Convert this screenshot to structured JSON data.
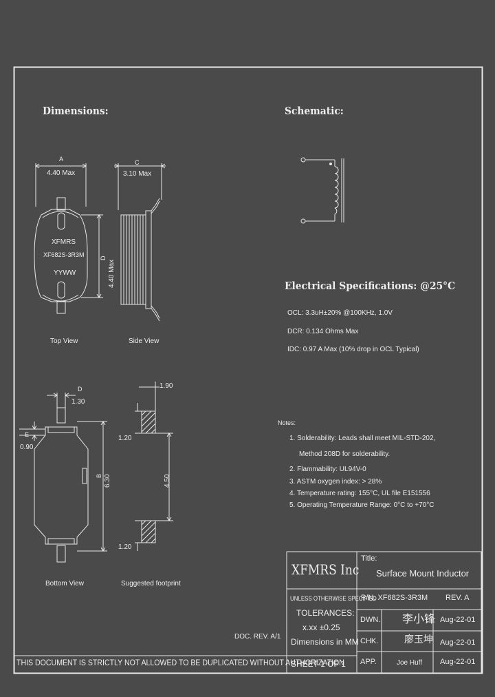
{
  "headings": {
    "dimensions": "Dimensions:",
    "schematic": "Schematic:",
    "electrical": "Electrical Specifications: @25°C"
  },
  "top_view": {
    "dim_a_label": "A",
    "dim_a_value": "4.40 Max",
    "dim_d_label": "D",
    "dim_d_value": "4.40 Max",
    "marking_1": "XFMRS",
    "marking_2": "XF682S-3R3M",
    "marking_3": "YYWW",
    "caption": "Top View"
  },
  "side_view": {
    "dim_c_label": "C",
    "dim_c_value": "3.10 Max",
    "caption": "Side View"
  },
  "bottom_view": {
    "dim_d_label": "D",
    "dim_d_value": "1.30",
    "dim_e_label": "E",
    "dim_e_value": "0.90",
    "dim_b_label": "B",
    "dim_b_value": "6.30",
    "caption": "Bottom View"
  },
  "footprint": {
    "dim_top": "1.90",
    "dim_pad_top": "1.20",
    "dim_span": "4.50",
    "dim_pad_bottom": "1.20",
    "caption": "Suggested footprint"
  },
  "electrical_specs": [
    "OCL: 3.3uH±20% @100KHz, 1.0V",
    "DCR: 0.134 Ohms Max",
    "IDC: 0.97 A Max (10% drop in OCL Typical)"
  ],
  "notes": {
    "title": "Notes:",
    "items": [
      "1. Solderability: Leads shall meet MIL-STD-202,",
      "Method 208D for solderability.",
      "2. Flammability: UL94V-0",
      "3. ASTM oxygen index: > 28%",
      "4. Temperature rating: 155°C, UL file E151556",
      "5. Operating Temperature Range: 0°C to +70°C"
    ]
  },
  "title_block": {
    "company": "XFMRS Inc",
    "title_label": "Title:",
    "title": "Surface Mount Inductor",
    "unless": "UNLESS OTHERWISE SPECIFIED",
    "tolerances": "TOLERANCES:",
    "tol_value": "x.xx ±0.25",
    "dims_in": "Dimensions in MM",
    "pn": "P/N: XF682S-3R3M",
    "rev": "REV. A",
    "dwn_label": "DWN.",
    "dwn_name": "李小锋",
    "dwn_date": "Aug-22-01",
    "chk_label": "CHK.",
    "chk_name": "廖玉坤",
    "chk_date": "Aug-22-01",
    "app_label": "APP.",
    "app_name": "Joe Huff",
    "app_date": "Aug-22-01",
    "sheet": "SHEET  1  OF  1",
    "doc_rev": "DOC. REV. A/1"
  },
  "footer": "THIS DOCUMENT IS STRICTLY NOT ALLOWED TO BE DUPLICATED WITHOUT AUTHORIZATION"
}
